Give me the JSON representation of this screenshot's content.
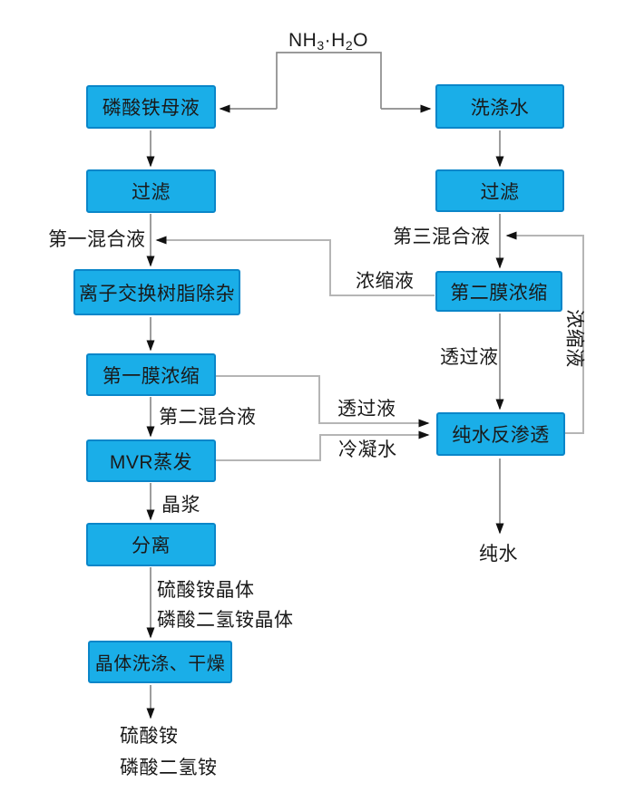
{
  "diagram": {
    "reagent": {
      "p1": "NH",
      "s1": "3",
      "p2": "·H",
      "s2": "2",
      "p3": "O"
    },
    "left_column": {
      "mother_liquor": "磷酸铁母液",
      "filter": "过滤",
      "ion_exchange": "离子交换树脂除杂",
      "membrane1": "第一膜浓缩",
      "mvr": "MVR蒸发",
      "separation": "分离",
      "wash_dry": "晶体洗涤、干燥"
    },
    "right_column": {
      "wash_water": "洗涤水",
      "filter": "过滤",
      "membrane2": "第二膜浓缩",
      "ro": "纯水反渗透"
    },
    "labels": {
      "mix1": "第一混合液",
      "mix2": "第二混合液",
      "mix3": "第三混合液",
      "concentrate_left": "浓缩液",
      "concentrate_loop": "浓缩液",
      "permeate_right": "透过液",
      "permeate_mid": "透过液",
      "condensate": "冷凝水",
      "slurry": "晶浆",
      "sulfate_crystal": "硫酸铵晶体",
      "map_crystal": "磷酸二氢铵晶体",
      "sulfate": "硫酸铵",
      "map": "磷酸二氢铵",
      "pure_water": "纯水"
    },
    "colors": {
      "box_fill": "#1aaee8",
      "box_border": "#0a86c9",
      "flow_line": "#8c8c8c",
      "routing_line": "#b5b5b5",
      "arrowhead": "#111111"
    }
  }
}
